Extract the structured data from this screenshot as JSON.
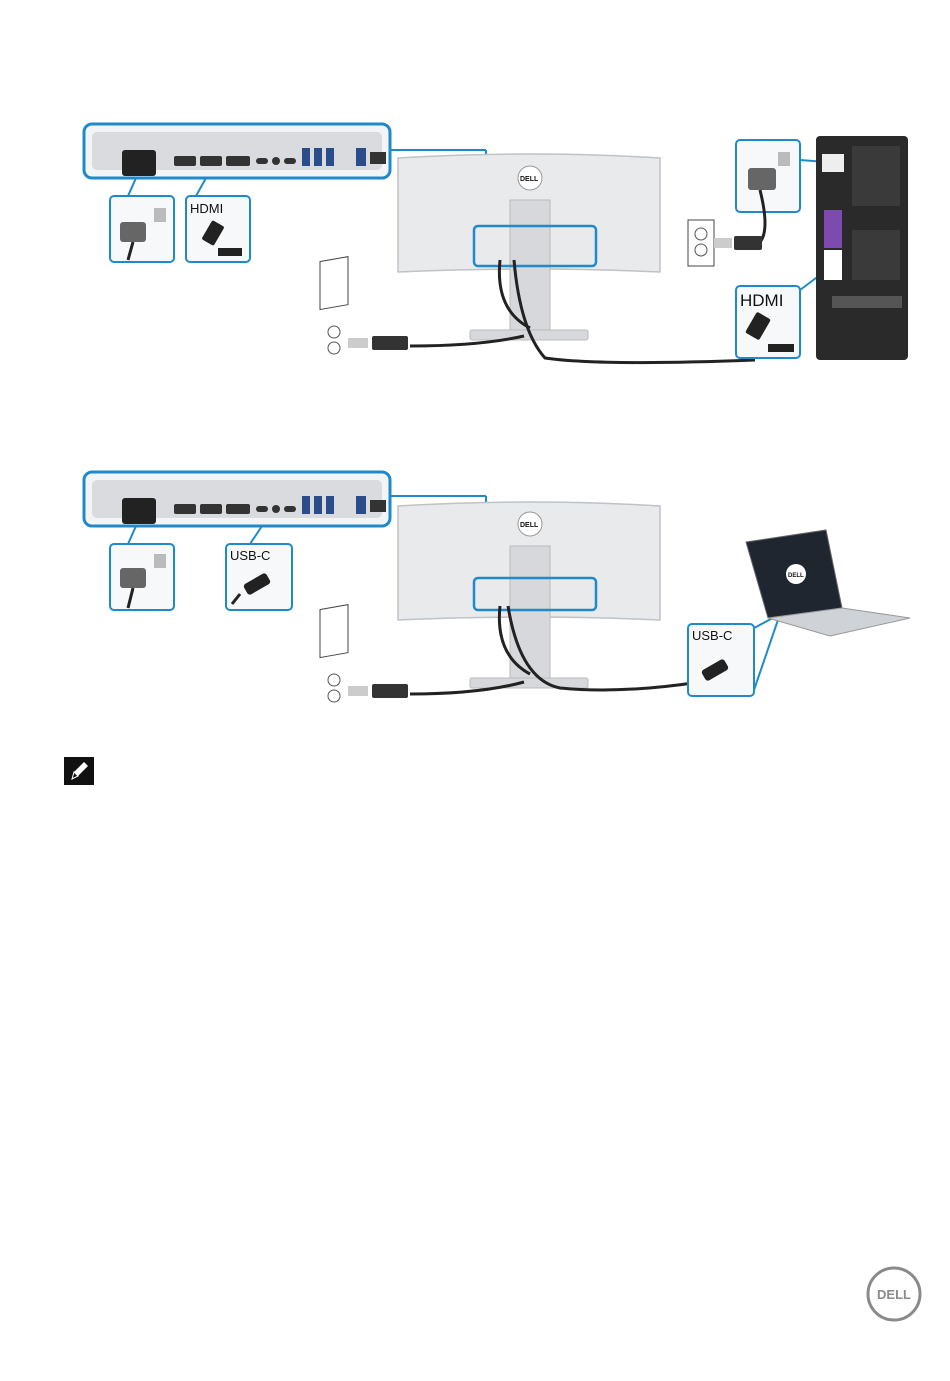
{
  "diagram_hdmi": {
    "cable_label_callout": "HDMI",
    "cable_label_pc": "HDMI"
  },
  "diagram_usbc": {
    "cable_label_callout": "USB-C",
    "cable_label_laptop": "USB-C"
  },
  "logos": {
    "monitor_logo": "DELL",
    "footer_logo": "DELL"
  },
  "colors": {
    "callout_blue": "#1f8ac9",
    "cable": "#222222",
    "monitor_body": "#e9eaec"
  },
  "icons": {
    "note": "pencil-note-icon"
  }
}
